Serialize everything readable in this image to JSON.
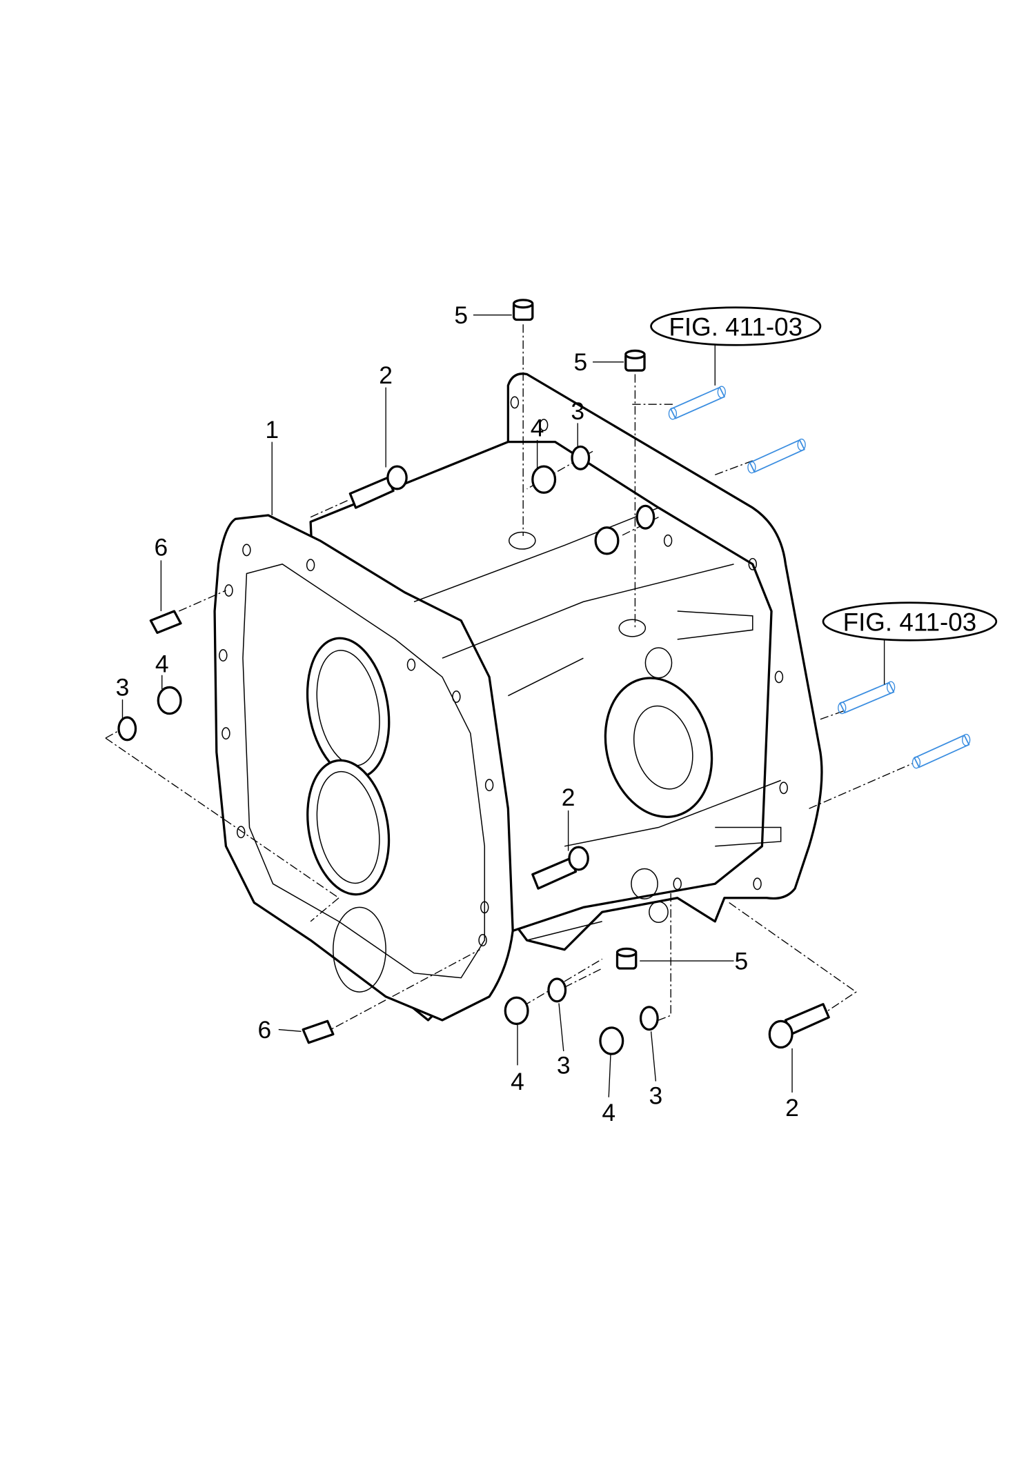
{
  "diagram": {
    "title": "Transmission housing exploded view",
    "fig_refs": [
      "FIG. 411-03",
      "FIG. 411-03"
    ],
    "callouts": {
      "housing": "1",
      "bolt_top": "2",
      "bolt_mid": "2",
      "bolt_bottom": "2",
      "washer_left": "3",
      "washer_top": "3",
      "washer_bottom_a": "3",
      "washer_bottom_b": "3",
      "nut_left": "4",
      "nut_top": "4",
      "nut_bottom_a": "4",
      "nut_bottom_b": "4",
      "plug_top_a": "5",
      "plug_top_b": "5",
      "plug_bottom": "5",
      "pin_top": "6",
      "pin_bottom": "6"
    },
    "colors": {
      "line": "#000000",
      "reference_part": "#3a8de0"
    }
  }
}
